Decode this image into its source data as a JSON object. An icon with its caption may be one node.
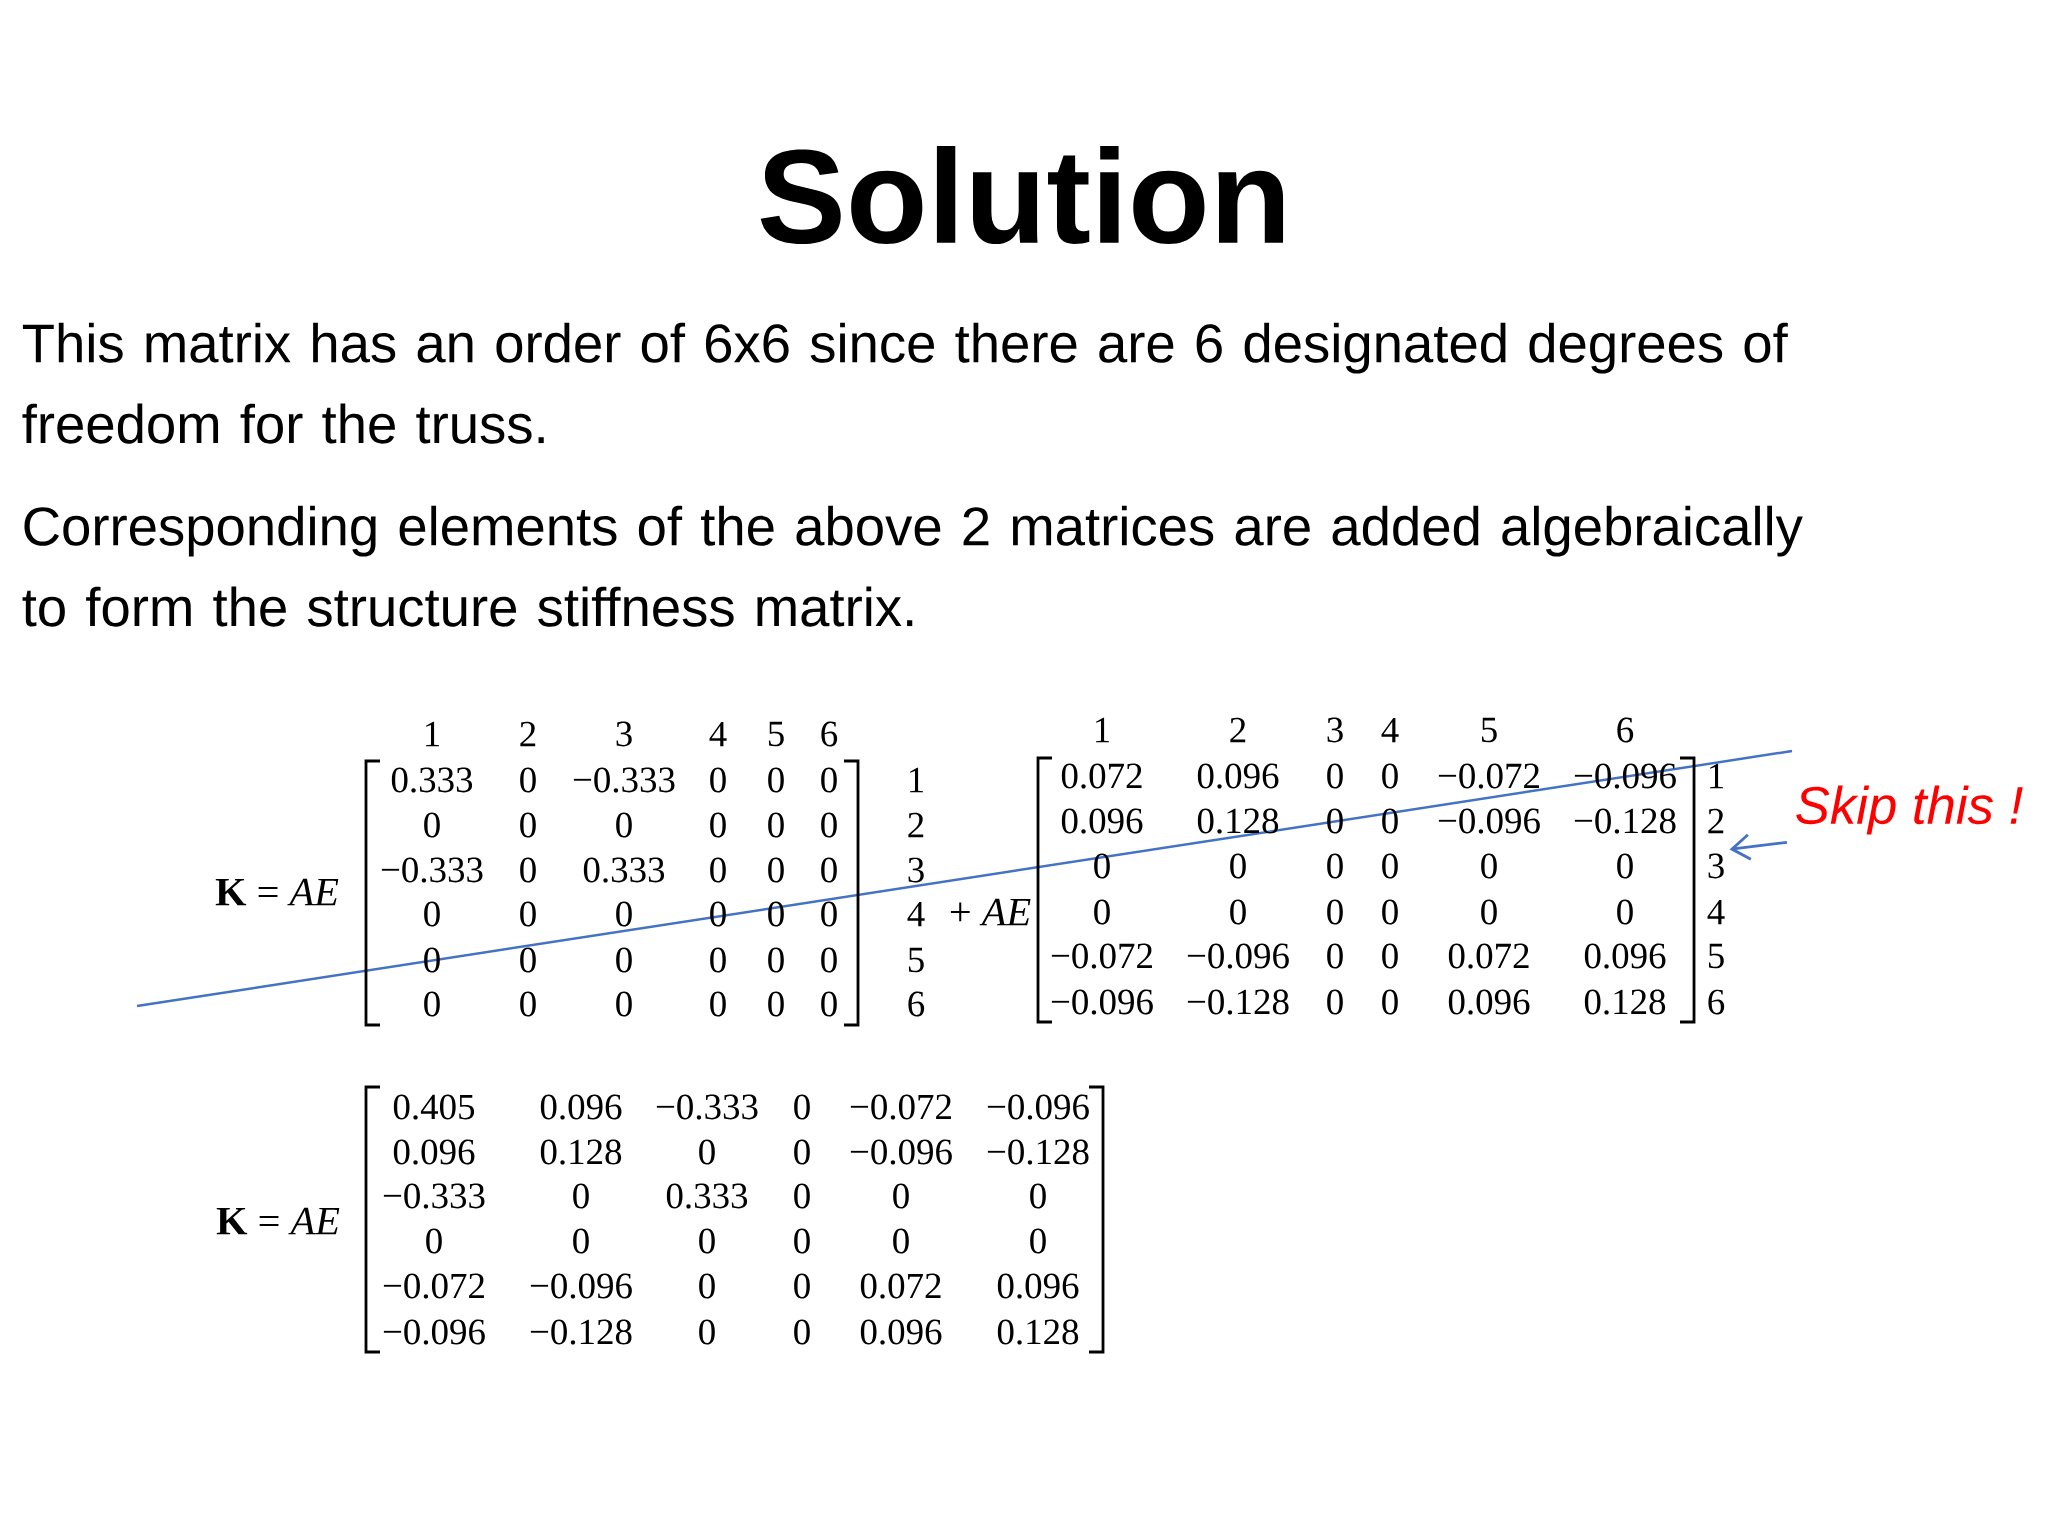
{
  "diagram": {
    "title": "Solution",
    "nodes": [
      {
        "text": [
          "3"
        ]
      },
      {
        "text": [
          "Skip this !"
        ]
      }
    ],
    "edges": [
      {
        "from": 1,
        "to": 0,
        "arrow": "to"
      }
    ],
    "labels": [
      "This matrix has an order of 6x6 since there are 6 designated degrees of freedom for the truss.",
      "Corresponding elements of the above 2 matrices are added algebraically to form the structure stiffness matrix.",
      "**K** = *AE*",
      "1",
      "2",
      "3",
      "4",
      "5",
      "6",
      "1",
      "2",
      "3",
      "4",
      "5",
      "6",
      "0.333",
      "0",
      "−0.333",
      "0",
      "0",
      "0",
      "0",
      "0",
      "0",
      "0",
      "0",
      "0",
      "−0.333",
      "0",
      "0.333",
      "0",
      "0",
      "0",
      "0",
      "0",
      "0",
      "0",
      "0",
      "0",
      "0",
      "0",
      "0",
      "0",
      "0",
      "0",
      "0",
      "0",
      "0",
      "0",
      "0",
      "0",
      "1",
      "2",
      "3",
      "4",
      "5",
      "6",
      "+ *AE*",
      "0.072",
      "0.096",
      "0",
      "0",
      "−0.072",
      "−0.096",
      "0.096",
      "0.128",
      "0",
      "0",
      "−0.096",
      "−0.128",
      "0",
      "0",
      "0",
      "0",
      "0",
      "0",
      "0",
      "0",
      "0",
      "0",
      "0",
      "0",
      "−0.072",
      "−0.096",
      "0",
      "0",
      "0.072",
      "0.096",
      "−0.096",
      "−0.128",
      "0",
      "0",
      "0.096",
      "0.128",
      "1",
      "2",
      "4",
      "5",
      "6",
      "**K** = *AE*",
      "0.405",
      "0.096",
      "−0.333",
      "0",
      "−0.072",
      "−0.096",
      "0.096",
      "0.128",
      "0",
      "0",
      "−0.096",
      "−0.128",
      "−0.333",
      "0",
      "0.333",
      "0",
      "0",
      "0",
      "0",
      "0",
      "0",
      "0",
      "0",
      "0",
      "−0.072",
      "−0.096",
      "0",
      "0",
      "0.072",
      "0.096",
      "−0.096",
      "−0.128",
      "0",
      "0",
      "0.096",
      "0.128"
    ]
  }
}
